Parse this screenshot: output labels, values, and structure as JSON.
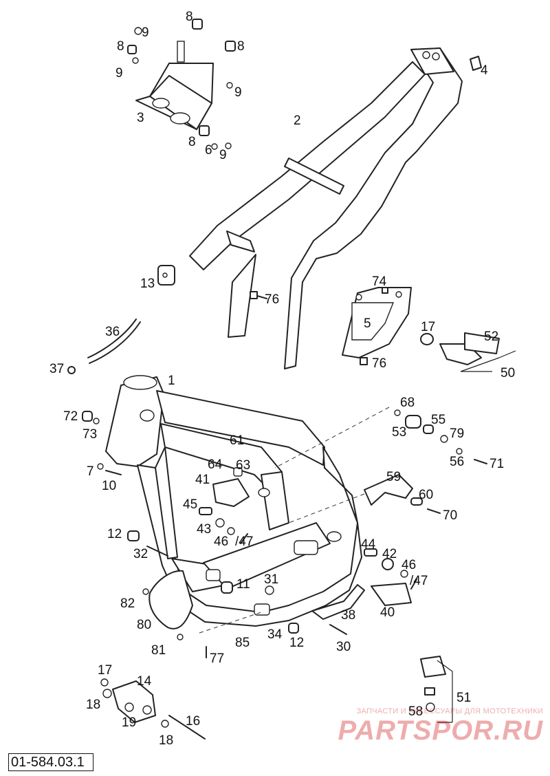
{
  "diagram_code": "01-584.03.1",
  "watermark": {
    "caption": "ЗАПЧАСТИ И АКСЕССУАРЫ ДЛЯ МОТОТЕХНИКИ",
    "logo_text": "PARTSPOR.RU"
  },
  "callouts": [
    {
      "id": "c8a",
      "text": "8"
    },
    {
      "id": "c9a",
      "text": "9"
    },
    {
      "id": "c8b",
      "text": "8"
    },
    {
      "id": "c8c",
      "text": "8"
    },
    {
      "id": "c9b",
      "text": "9"
    },
    {
      "id": "c9c",
      "text": "9"
    },
    {
      "id": "c3",
      "text": "3"
    },
    {
      "id": "c2",
      "text": "2"
    },
    {
      "id": "c4",
      "text": "4"
    },
    {
      "id": "c8d",
      "text": "8"
    },
    {
      "id": "c6",
      "text": "6"
    },
    {
      "id": "c9d",
      "text": "9"
    },
    {
      "id": "c13",
      "text": "13"
    },
    {
      "id": "c76a",
      "text": "76"
    },
    {
      "id": "c74",
      "text": "74"
    },
    {
      "id": "c5",
      "text": "5"
    },
    {
      "id": "c36",
      "text": "36"
    },
    {
      "id": "c17a",
      "text": "17"
    },
    {
      "id": "c52",
      "text": "52"
    },
    {
      "id": "c50",
      "text": "50"
    },
    {
      "id": "c37",
      "text": "37"
    },
    {
      "id": "c76b",
      "text": "76"
    },
    {
      "id": "c1",
      "text": "1"
    },
    {
      "id": "c68",
      "text": "68"
    },
    {
      "id": "c72",
      "text": "72"
    },
    {
      "id": "c73",
      "text": "73"
    },
    {
      "id": "c55",
      "text": "55"
    },
    {
      "id": "c53",
      "text": "53"
    },
    {
      "id": "c79",
      "text": "79"
    },
    {
      "id": "c61",
      "text": "61"
    },
    {
      "id": "c64",
      "text": "64"
    },
    {
      "id": "c63",
      "text": "63"
    },
    {
      "id": "c56",
      "text": "56"
    },
    {
      "id": "c71",
      "text": "71"
    },
    {
      "id": "c7",
      "text": "7"
    },
    {
      "id": "c41",
      "text": "41"
    },
    {
      "id": "c59",
      "text": "59"
    },
    {
      "id": "c10",
      "text": "10"
    },
    {
      "id": "c60",
      "text": "60"
    },
    {
      "id": "c45",
      "text": "45"
    },
    {
      "id": "c70",
      "text": "70"
    },
    {
      "id": "c43",
      "text": "43"
    },
    {
      "id": "c46a",
      "text": "46"
    },
    {
      "id": "c47a",
      "text": "/47"
    },
    {
      "id": "c12a",
      "text": "12"
    },
    {
      "id": "c44",
      "text": "44"
    },
    {
      "id": "c42",
      "text": "42"
    },
    {
      "id": "c32",
      "text": "32"
    },
    {
      "id": "c46b",
      "text": "46"
    },
    {
      "id": "c47b",
      "text": "/47"
    },
    {
      "id": "c31",
      "text": "31"
    },
    {
      "id": "c11",
      "text": "11"
    },
    {
      "id": "c82",
      "text": "82"
    },
    {
      "id": "c38",
      "text": "38"
    },
    {
      "id": "c40",
      "text": "40"
    },
    {
      "id": "c80",
      "text": "80"
    },
    {
      "id": "c34",
      "text": "34"
    },
    {
      "id": "c12b",
      "text": "12"
    },
    {
      "id": "c85",
      "text": "85"
    },
    {
      "id": "c30",
      "text": "30"
    },
    {
      "id": "c81",
      "text": "81"
    },
    {
      "id": "c77",
      "text": "77"
    },
    {
      "id": "c17b",
      "text": "17"
    },
    {
      "id": "c14",
      "text": "14"
    },
    {
      "id": "c51",
      "text": "51"
    },
    {
      "id": "c18a",
      "text": "18"
    },
    {
      "id": "c16",
      "text": "16"
    },
    {
      "id": "c19",
      "text": "19"
    },
    {
      "id": "c58",
      "text": "58"
    },
    {
      "id": "c18b",
      "text": "18"
    }
  ]
}
